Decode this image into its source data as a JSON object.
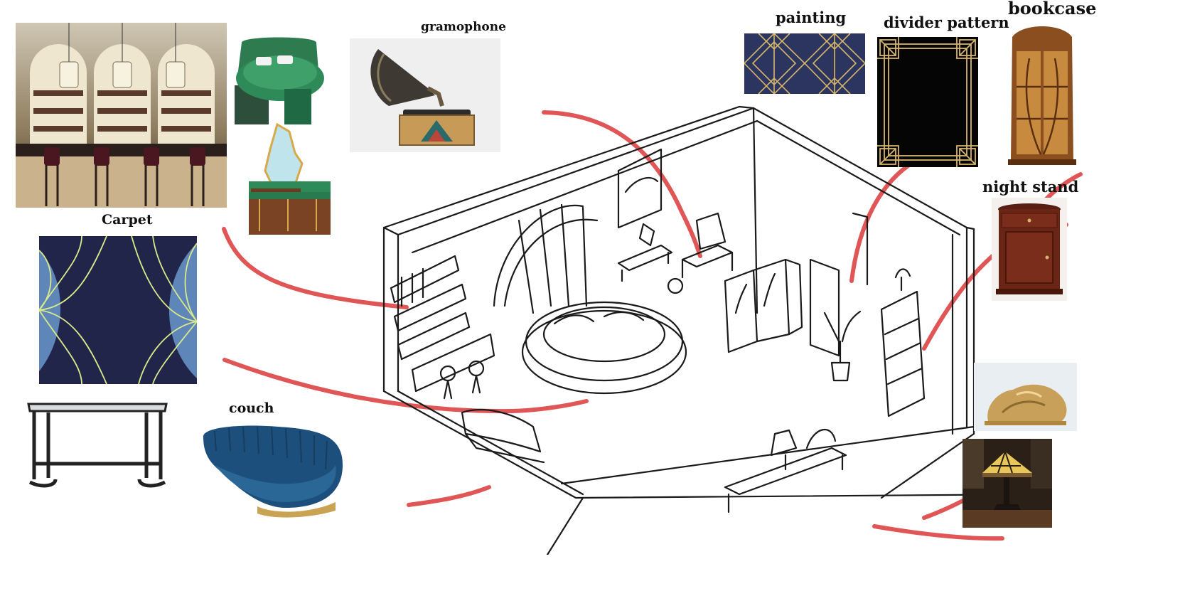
{
  "board": {
    "labels": {
      "gramophone": "gramophone",
      "painting": "painting",
      "divider_pattern": "divider pattern",
      "bookcase": "bookcase",
      "night_stand": "night stand",
      "carpet": "Carpet",
      "couch": "couch"
    },
    "colors": {
      "connector": "#e05656",
      "sketch_ink": "#1a1a1a",
      "navy": "#2b2f55",
      "gold": "#d7b56a",
      "teal_green": "#2f8a5a",
      "couch_blue": "#1d4f7c",
      "wood": "#6b2e1f"
    },
    "icons": [
      "bar-photo",
      "green-bed-model",
      "vanity-model",
      "gramophone-photo",
      "painting-pattern",
      "divider-pattern-swatch",
      "bookcase-photo",
      "night-stand-photo",
      "carpet-swatch",
      "console-table-photo",
      "couch-photo",
      "gold-sculpture-photo",
      "tiffany-lamp-photo",
      "room-sketch"
    ]
  }
}
